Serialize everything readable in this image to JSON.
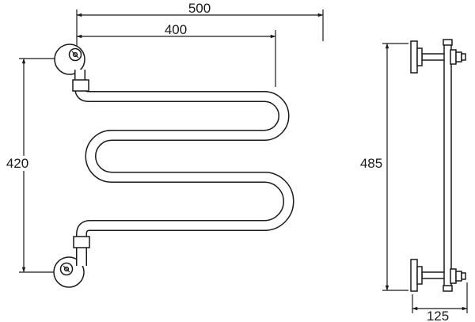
{
  "drawing": {
    "dimensions": {
      "front_total_width": "500",
      "front_inner_width": "400",
      "front_height": "420",
      "side_height": "485",
      "side_depth": "125"
    },
    "colors": {
      "line": "#1a1a1a",
      "background": "#ffffff"
    }
  }
}
